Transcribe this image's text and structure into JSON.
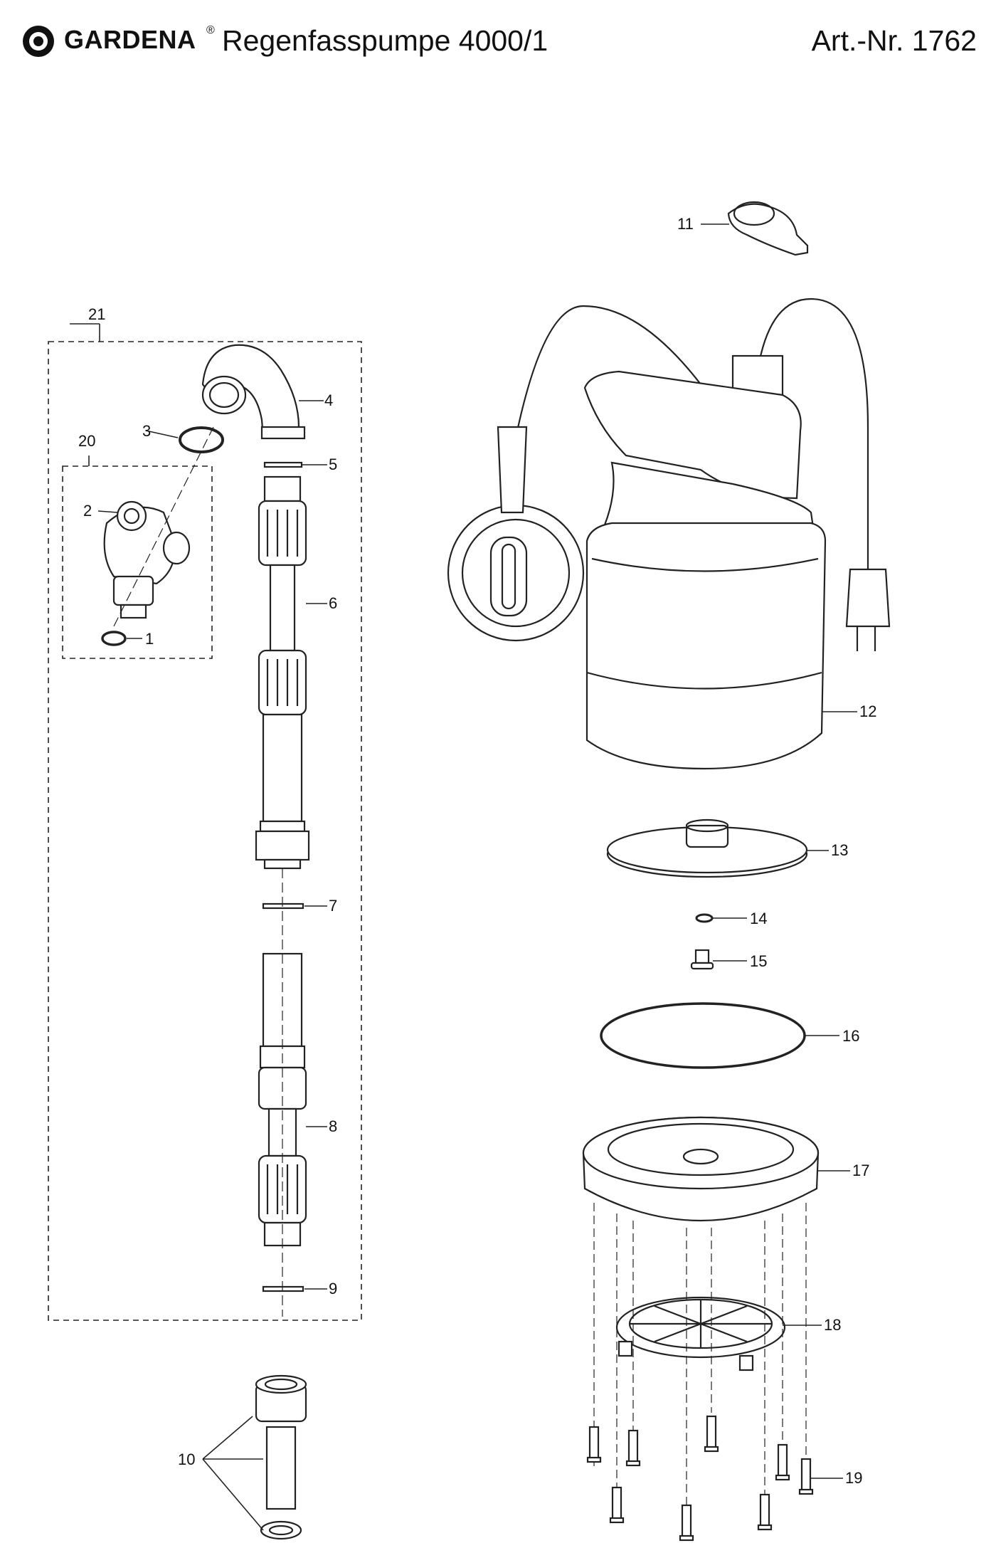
{
  "header": {
    "brand": "GARDENA",
    "registered_mark": "®",
    "title": "Regenfasspumpe 4000/1",
    "article_number": "Art.-Nr. 1762"
  },
  "callouts": [
    "1",
    "2",
    "3",
    "4",
    "5",
    "6",
    "7",
    "8",
    "9",
    "10",
    "11",
    "12",
    "13",
    "14",
    "15",
    "16",
    "17",
    "18",
    "19",
    "20",
    "21"
  ]
}
